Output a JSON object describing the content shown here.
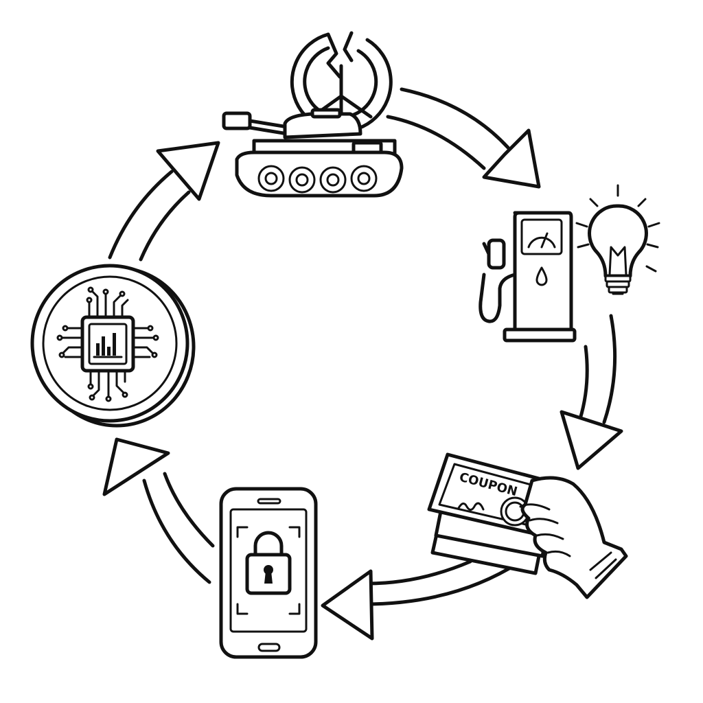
{
  "diagram": {
    "nodes": [
      {
        "id": "conflict",
        "icon": "tank-icon"
      },
      {
        "id": "energy",
        "icon": "fuel-pump-icon"
      },
      {
        "id": "discounts",
        "icon": "coupon-icon"
      },
      {
        "id": "security",
        "icon": "phone-lock-icon"
      },
      {
        "id": "crypto",
        "icon": "chip-coin-icon"
      }
    ],
    "coupon_label": "COUPON",
    "ink_color": "#111111",
    "background_color": "#ffffff"
  }
}
